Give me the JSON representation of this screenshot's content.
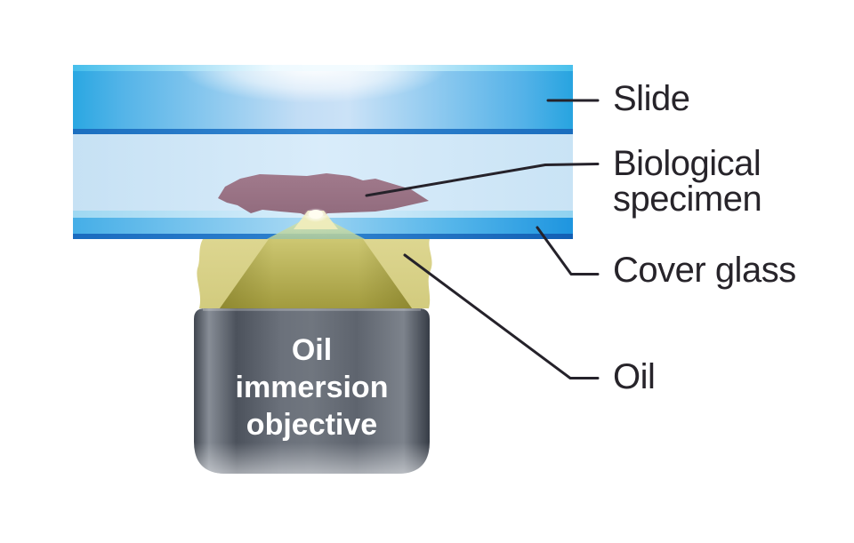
{
  "figure": {
    "callouts": {
      "slide": "Slide",
      "biological_specimen_line1": "Biological",
      "biological_specimen_line2": "specimen",
      "cover_glass": "Cover glass",
      "oil": "Oil"
    },
    "objective": {
      "line1": "Oil",
      "line2": "immersion",
      "line3": "objective"
    },
    "colors": {
      "slide_blue": "#29a7e2",
      "glass_dark_edge_blue": "#1b6fc0",
      "mounting_medium_light_blue": "#d5eafa",
      "specimen_mauve": "#9b7384",
      "oil_khaki": "#d8d18a",
      "light_cone_olive": "#a89f42",
      "objective_gray": "#5a616b",
      "label_text": "#27242a",
      "background": "#ffffff"
    }
  }
}
